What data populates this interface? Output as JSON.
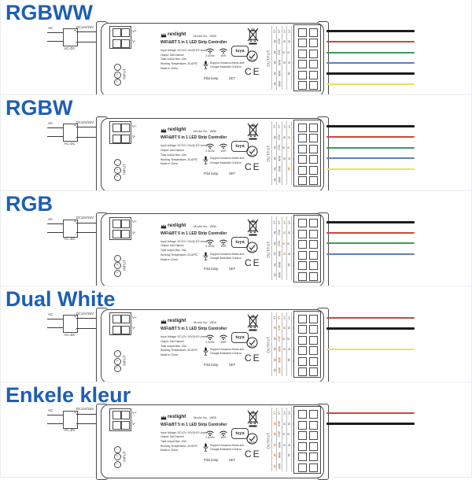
{
  "page": {
    "background": "#ffffff",
    "title_color": "#1d5fb3",
    "highlight_color": "#c8832e",
    "device_outline_color": "#4a4a4a"
  },
  "sections": [
    {
      "title": "RGBWW",
      "highlight_column": 4,
      "wires": [
        {
          "terminal_index": 0,
          "color_name": "black",
          "hex": "#1c1c1c"
        },
        {
          "terminal_index": 1,
          "color_name": "red",
          "hex": "#c94a41"
        },
        {
          "terminal_index": 2,
          "color_name": "green",
          "hex": "#3d9a60"
        },
        {
          "terminal_index": 3,
          "color_name": "blue",
          "hex": "#5d80c1"
        },
        {
          "terminal_index": 4,
          "color_name": "black",
          "hex": "#1c1c1c"
        },
        {
          "terminal_index": 5,
          "color_name": "yellow",
          "hex": "#e8e25e"
        }
      ]
    },
    {
      "title": "RGBW",
      "highlight_column": 3,
      "wires": [
        {
          "terminal_index": 0,
          "color_name": "black",
          "hex": "#1c1c1c"
        },
        {
          "terminal_index": 1,
          "color_name": "red",
          "hex": "#c94a41"
        },
        {
          "terminal_index": 2,
          "color_name": "green",
          "hex": "#3d9a60"
        },
        {
          "terminal_index": 3,
          "color_name": "blue",
          "hex": "#5d80c1"
        },
        {
          "terminal_index": 4,
          "color_name": "yellow",
          "hex": "#e8e25e"
        }
      ]
    },
    {
      "title": "RGB",
      "highlight_column": 2,
      "wires": [
        {
          "terminal_index": 0,
          "color_name": "black",
          "hex": "#1c1c1c"
        },
        {
          "terminal_index": 1,
          "color_name": "red",
          "hex": "#c94a41"
        },
        {
          "terminal_index": 2,
          "color_name": "green",
          "hex": "#3d9a60"
        },
        {
          "terminal_index": 3,
          "color_name": "blue",
          "hex": "#5d80c1"
        }
      ]
    },
    {
      "title": "Dual White",
      "highlight_column": 1,
      "wires": [
        {
          "terminal_index": 0,
          "color_name": "red",
          "hex": "#c94a41"
        },
        {
          "terminal_index": 1,
          "color_name": "black",
          "hex": "#1c1c1c"
        },
        {
          "terminal_index": 3,
          "color_name": "yellow",
          "hex": "#e8e25e"
        }
      ]
    },
    {
      "title": "Enkele kleur",
      "highlight_column": 0,
      "wires": [
        {
          "terminal_index": 0,
          "color_name": "red",
          "hex": "#c94a41"
        },
        {
          "terminal_index": 1,
          "color_name": "black",
          "hex": "#1c1c1c"
        }
      ]
    }
  ],
  "power_supply": {
    "ac_label": "AC",
    "converter_label": "AC=DC",
    "dc_voltage_label": "DC12V/24V",
    "plus_symbol": "+",
    "minus_symbol": "-",
    "polarity_symbols": [
      "-",
      "•",
      "+"
    ]
  },
  "controller": {
    "brand": "rexlight",
    "model_label": "Model No.: WB5",
    "product_title": "WiFi&BT 5 in 1 LED Strip Controller",
    "specs": [
      "Input Voltage: DC12V~24V(5.5*2.1mm)",
      "Output: 6A/Channel",
      "Total output Max: 15A",
      "Working Temperature:-20-60℃",
      "Made in China"
    ],
    "wifi_freq_label": "2.4GHz",
    "wifi_label": "WiFi",
    "tuya_label": "tuya",
    "assistant_line1": "Support Amazon Alexa and",
    "assistant_line2": "Google Assistant Control",
    "pilot_lamp_label": "Pilot lamp",
    "set_label": "SET",
    "ce_label": "CE",
    "input_label": "INPUT",
    "output_label": "OUTPUT",
    "vplus_label": "V+",
    "vminus_label": "V-",
    "icons": [
      "wifi-2.4ghz",
      "wifi",
      "tuya-badge",
      "microphone",
      "weee-bin",
      "rohs",
      "ce-mark",
      "crown-logo",
      "dc-polarity"
    ],
    "terminal_matrix": {
      "modes": [
        "Single color",
        "Dual white",
        "RGB",
        "RGBW",
        "RGBWW"
      ],
      "rows": [
        [
          "V+",
          "V+",
          "V+",
          "V+",
          "V+"
        ],
        [
          "W",
          "CW",
          "R",
          "R",
          "R"
        ],
        [
          "W",
          "CW",
          "G",
          "G",
          "G"
        ],
        [
          "W",
          "WW",
          "B",
          "B",
          "B"
        ],
        [
          "W",
          "WW",
          "",
          "W",
          "CW"
        ],
        [
          "W",
          "WW",
          "",
          "",
          "WW"
        ]
      ]
    }
  }
}
